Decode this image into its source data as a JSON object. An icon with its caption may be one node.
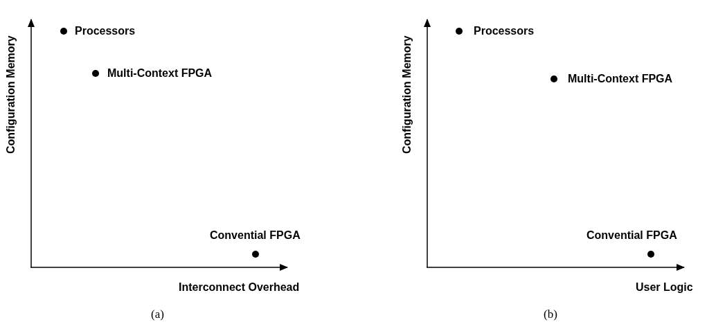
{
  "diagram": {
    "labels": [
      "Configuration Memory",
      "Processors",
      "Multi-Context FPGA",
      "Convential FPGA",
      "Interconnect Overhead",
      "(a)",
      "Configuration Memory",
      "Processors",
      "Multi-Context FPGA",
      "Convential FPGA",
      "User Logic",
      "(b)"
    ]
  }
}
